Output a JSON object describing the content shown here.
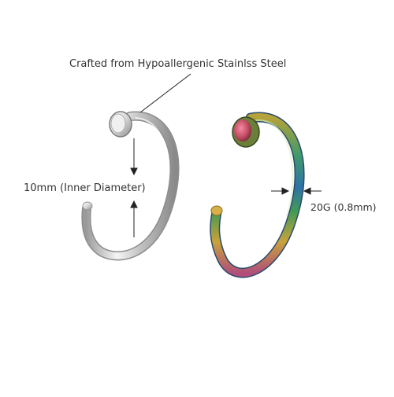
{
  "annotations": {
    "material": "Crafted from Hypoallergenic Stainlss Steel",
    "inner_diameter": "10mm (Inner Diameter)",
    "gauge": "20G (0.8mm)"
  },
  "products": [
    {
      "name": "silver-nose-ring",
      "finish": "silver",
      "colors": {
        "highlight": "#f4f4f4",
        "mid": "#c9c9c9",
        "shadow": "#8e8e8e"
      }
    },
    {
      "name": "rainbow-nose-ring",
      "finish": "rainbow",
      "colors": {
        "stop1": "#c23a4c",
        "stop2": "#3b8a7a",
        "stop3": "#2e6fb0",
        "stop4": "#6aa84f",
        "stop5": "#d29a3b"
      }
    }
  ],
  "background_color": "#ffffff",
  "annotation_line_color": "#222222"
}
